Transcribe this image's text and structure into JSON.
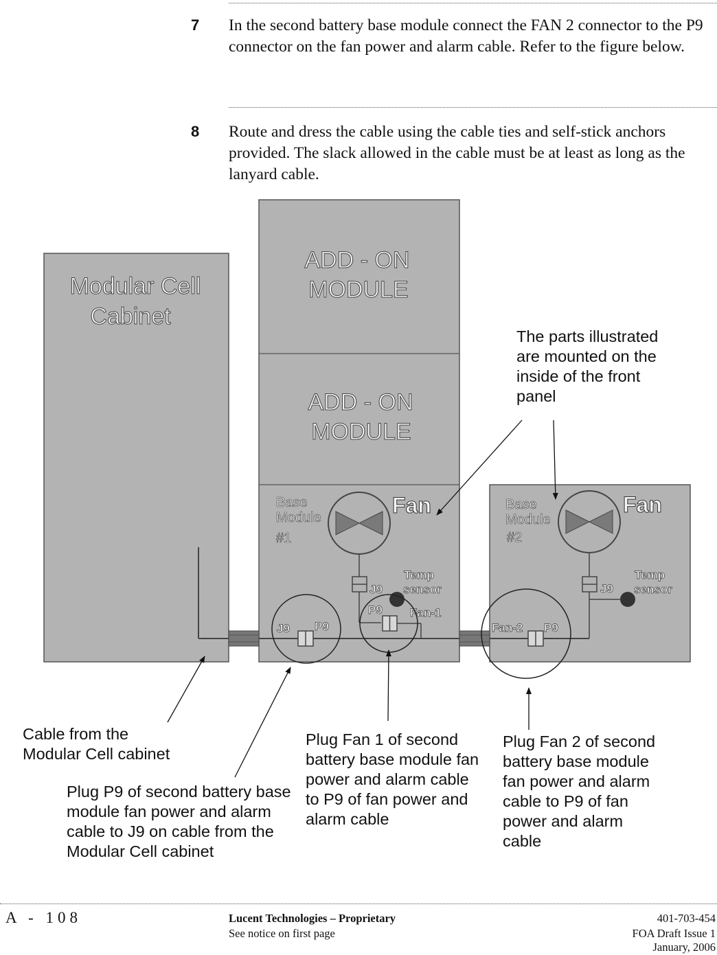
{
  "steps": [
    {
      "number": "7",
      "text": "In the second battery base module connect the FAN 2 connector to the P9 connector on the fan power and alarm cable. Refer to the figure below."
    },
    {
      "number": "8",
      "text": "Route and dress the cable using the cable ties and self-stick anchors provided. The slack allowed in the cable must be at least as long as the lanyard cable."
    }
  ],
  "figure": {
    "cabinet_line1": "Modular Cell",
    "cabinet_line2": "Cabinet",
    "addon1_line1": "ADD - ON",
    "addon1_line2": "MODULE",
    "addon2_line1": "ADD - ON",
    "addon2_line2": "MODULE",
    "base1_line1": "Base",
    "base1_line2": "Module",
    "base1_line3": "#1",
    "base2_line1": "Base",
    "base2_line2": "Module",
    "base2_line3": "#2",
    "fan": "Fan",
    "temp": "Temp",
    "sensor": "sensor",
    "j9": "J9",
    "p9": "P9",
    "fan1": "Fan-1",
    "fan2": "Fan-2",
    "callout_parts_lines": [
      "The parts illustrated",
      "are mounted on the",
      "inside of the front",
      "panel"
    ],
    "callout_cable_lines": [
      "Cable from the",
      "Modular Cell cabinet"
    ],
    "callout_p9_lines": [
      "Plug P9 of second battery base",
      "module fan power and alarm",
      "cable to J9 on cable from the",
      "Modular Cell cabinet"
    ],
    "callout_fan1_lines": [
      "Plug Fan 1 of second",
      "battery base module fan",
      "power and alarm cable",
      "to P9 of fan power and",
      "alarm cable"
    ],
    "callout_fan2_lines": [
      "Plug Fan 2 of second",
      "battery base module",
      "fan power and alarm",
      "cable to P9 of fan",
      "power and alarm",
      "cable"
    ],
    "colors": {
      "panel_fill": "#b3b3b3",
      "panel_stroke": "#555555",
      "sensor": "#333333",
      "fan_triangle": "#7a7a7a"
    }
  },
  "footer": {
    "page": "A - 108",
    "company": "Lucent Technologies – Proprietary",
    "notice": "See notice on first page",
    "doc_number": "401-703-454",
    "issue": "FOA Draft Issue 1",
    "date": "January, 2006"
  }
}
